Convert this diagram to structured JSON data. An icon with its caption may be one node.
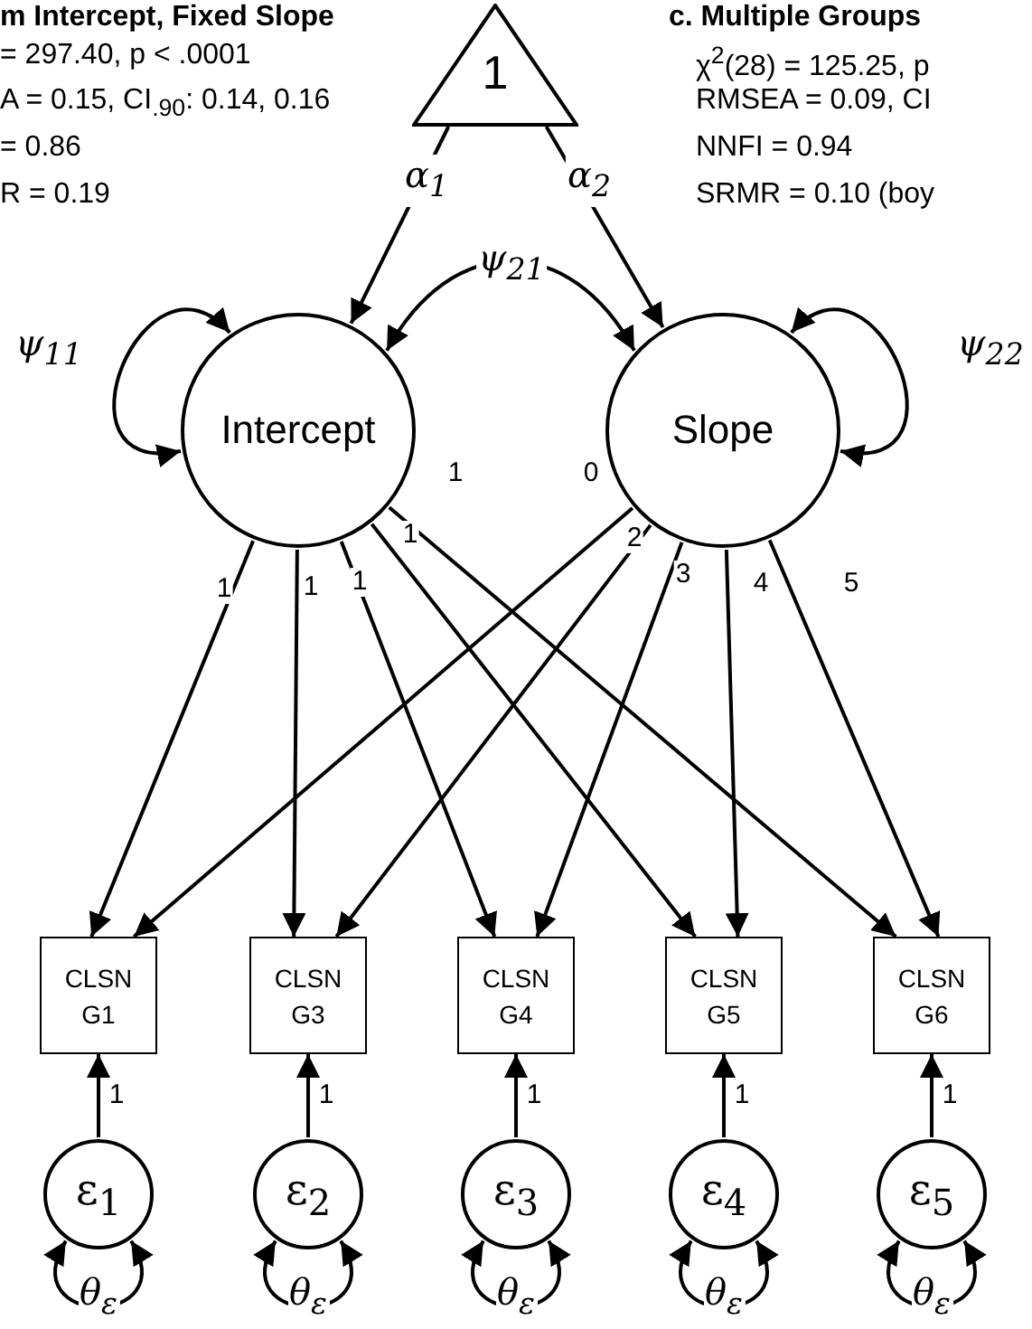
{
  "diagram": {
    "nodes": [
      {
        "text": [
          "1"
        ]
      },
      {
        "text": [
          "Intercept"
        ]
      },
      {
        "text": [
          "Slope"
        ]
      },
      {
        "text": [
          "CLSN G1"
        ]
      },
      {
        "text": [
          "CLSN G3"
        ]
      },
      {
        "text": [
          "CLSN G4"
        ]
      },
      {
        "text": [
          "CLSN G5"
        ]
      },
      {
        "text": [
          "CLSN G6"
        ]
      },
      {
        "text": [
          "ε$_{1}$"
        ]
      },
      {
        "text": [
          "ε$_{2}$"
        ]
      },
      {
        "text": [
          "ε$_{3}$"
        ]
      },
      {
        "text": [
          "ε$_{4}$"
        ]
      },
      {
        "text": [
          "ε$_{5}$"
        ]
      }
    ],
    "edges": [
      {
        "from": 0,
        "to": 1,
        "arrow": "to",
        "label": "α$_{1}$"
      },
      {
        "from": 0,
        "to": 2,
        "arrow": "to",
        "label": "α$_{2}$"
      },
      {
        "from": 1,
        "to": 2,
        "arrow": "both",
        "label": "ψ$_{21}$"
      },
      {
        "from": 1,
        "to": 1,
        "arrow": "both",
        "label": "ψ$_{11}$"
      },
      {
        "from": 2,
        "to": 2,
        "arrow": "both",
        "label": "ψ$_{22}$"
      },
      {
        "from": 1,
        "to": 3,
        "arrow": "to",
        "label": "1"
      },
      {
        "from": 1,
        "to": 4,
        "arrow": "to",
        "label": "1"
      },
      {
        "from": 1,
        "to": 5,
        "arrow": "to",
        "label": "1"
      },
      {
        "from": 1,
        "to": 6,
        "arrow": "to",
        "label": "1"
      },
      {
        "from": 1,
        "to": 7,
        "arrow": "to",
        "label": "1"
      },
      {
        "from": 2,
        "to": 3,
        "arrow": "to",
        "label": "0"
      },
      {
        "from": 2,
        "to": 4,
        "arrow": "to",
        "label": "2"
      },
      {
        "from": 2,
        "to": 5,
        "arrow": "to",
        "label": "3"
      },
      {
        "from": 2,
        "to": 6,
        "arrow": "to",
        "label": "4"
      },
      {
        "from": 2,
        "to": 7,
        "arrow": "to",
        "label": "5"
      },
      {
        "from": 8,
        "to": 3,
        "arrow": "to",
        "label": "1"
      },
      {
        "from": 9,
        "to": 4,
        "arrow": "to",
        "label": "1"
      },
      {
        "from": 10,
        "to": 5,
        "arrow": "to",
        "label": "1"
      },
      {
        "from": 11,
        "to": 6,
        "arrow": "to",
        "label": "1"
      },
      {
        "from": 12,
        "to": 7,
        "arrow": "to",
        "label": "1"
      },
      {
        "from": 8,
        "to": 8,
        "arrow": "both",
        "label": "θ$_{ε}$"
      },
      {
        "from": 9,
        "to": 9,
        "arrow": "both",
        "label": "θ$_{ε}$"
      },
      {
        "from": 10,
        "to": 10,
        "arrow": "both",
        "label": "θ$_{ε}$"
      },
      {
        "from": 11,
        "to": 11,
        "arrow": "both",
        "label": "θ$_{ε}$"
      },
      {
        "from": 12,
        "to": 12,
        "arrow": "both",
        "label": "θ$_{ε}$"
      }
    ],
    "labels": [
      "m Intercept, Fixed Slope",
      "= 297.40, p < .0001",
      "A = 0.15, CI$_{.90}$: 0.14, 0.16",
      "= 0.86",
      "R = 0.19",
      "c. Multiple Groups",
      "χ$^{2}$(28) = 125.25, p",
      "RMSEA = 0.09, CI",
      "NNFI = 0.94",
      "SRMR = 0.10 (boy"
    ]
  }
}
